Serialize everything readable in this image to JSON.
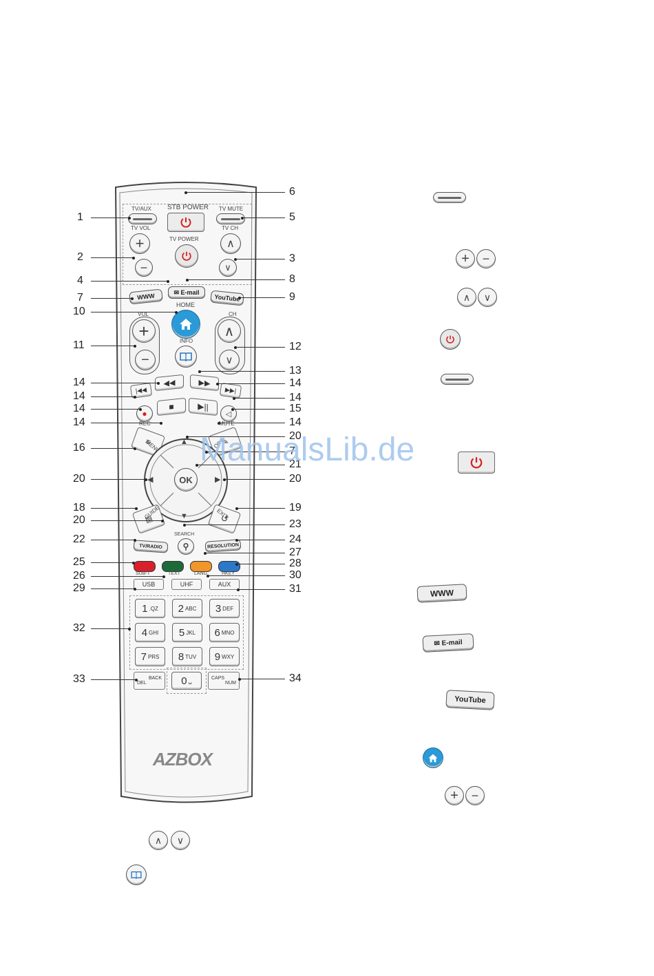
{
  "watermark": "ManualsLib.de",
  "brand": "AZBOX",
  "button_labels": {
    "tv_aux": "TV/AUX",
    "stb_power": "STB POWER",
    "tv_mute": "TV MUTE",
    "tv_vol": "TV VOL",
    "tv_power": "TV POWER",
    "tv_ch": "TV CH",
    "email": "E-mail",
    "www": "WWW",
    "youtube": "YouTube",
    "home": "HOME",
    "vol": "VOL",
    "ch": "CH",
    "info": "INFO",
    "rec": "REC",
    "mute": "MUTE",
    "menu": "MENU",
    "opt": "OPT",
    "ok": "OK",
    "guide": "GUIDE",
    "exit": "EXIT",
    "search": "SEARCH",
    "tv_radio": "TV/RADIO",
    "resolution": "RESOLUTION",
    "sub_t": "SUB-T",
    "text": "TEXT",
    "lang": "LANG",
    "hkey": "HKEY",
    "usb": "USB",
    "uhf": "UHF",
    "aux": "AUX",
    "back": "BACK",
    "del": "DEL",
    "caps": "CAPS",
    "num": "NUM"
  },
  "keypad": [
    {
      "digit": "1",
      "letters": ".QZ"
    },
    {
      "digit": "2",
      "letters": "ABC"
    },
    {
      "digit": "3",
      "letters": "DEF"
    },
    {
      "digit": "4",
      "letters": "GHI"
    },
    {
      "digit": "5",
      "letters": "JKL"
    },
    {
      "digit": "6",
      "letters": "MNO"
    },
    {
      "digit": "7",
      "letters": "PRS"
    },
    {
      "digit": "8",
      "letters": "TUV"
    },
    {
      "digit": "9",
      "letters": "WXY"
    }
  ],
  "zero_key": {
    "digit": "0",
    "symbol": "␣"
  },
  "callouts_left": [
    "1",
    "2",
    "4",
    "7",
    "10",
    "11",
    "14",
    "14",
    "14",
    "14",
    "16",
    "20",
    "18",
    "20",
    "22",
    "25",
    "26",
    "29",
    "32",
    "33"
  ],
  "callouts_right": [
    "6",
    "5",
    "3",
    "8",
    "9",
    "12",
    "13",
    "14",
    "14",
    "15",
    "14",
    "20",
    "7",
    "21",
    "20",
    "19",
    "23",
    "24",
    "27",
    "28",
    "30",
    "31",
    "34"
  ],
  "legend_icons": {
    "www": "WWW",
    "email": "E-mail",
    "youtube": "YouTube"
  },
  "colors": {
    "red": "#d8202a",
    "green": "#1e6b3a",
    "orange": "#f0962a",
    "blue": "#2a78c8",
    "home_blue": "#2a9ad8",
    "power_red": "#d82020",
    "watermark": "#9fc4ec"
  }
}
